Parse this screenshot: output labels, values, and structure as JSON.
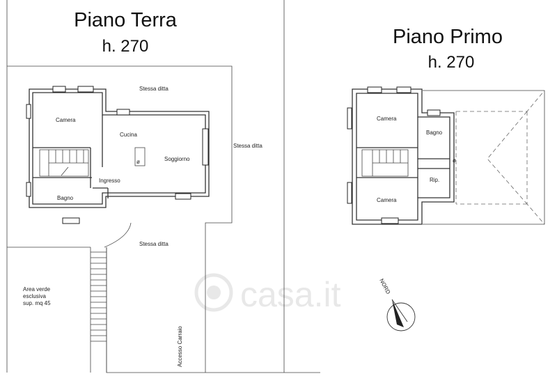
{
  "ground_floor": {
    "title": "Piano Terra",
    "height_label": "h. 270",
    "rooms": {
      "camera": "Camera",
      "cucina": "Cucina",
      "soggiorno": "Soggiorno",
      "ingresso": "Ingresso",
      "bagno": "Bagno"
    },
    "neighbor_top": "Stessa ditta",
    "neighbor_right": "Stessa ditta",
    "neighbor_bottom": "Stessa ditta",
    "garden_line1": "Area verde",
    "garden_line2": "esclusiva",
    "garden_line3": "sup. mq 45",
    "driveway": "Accesso Carraio",
    "flue_mark": "ø"
  },
  "first_floor": {
    "title": "Piano Primo",
    "height_label": "h. 270",
    "rooms": {
      "camera_top": "Camera",
      "bagno": "Bagno",
      "ripostiglio": "Rip.",
      "camera_bottom": "Camera"
    },
    "flue_mark": "ø"
  },
  "compass": {
    "label": "NORD"
  },
  "watermark": "casa.it"
}
